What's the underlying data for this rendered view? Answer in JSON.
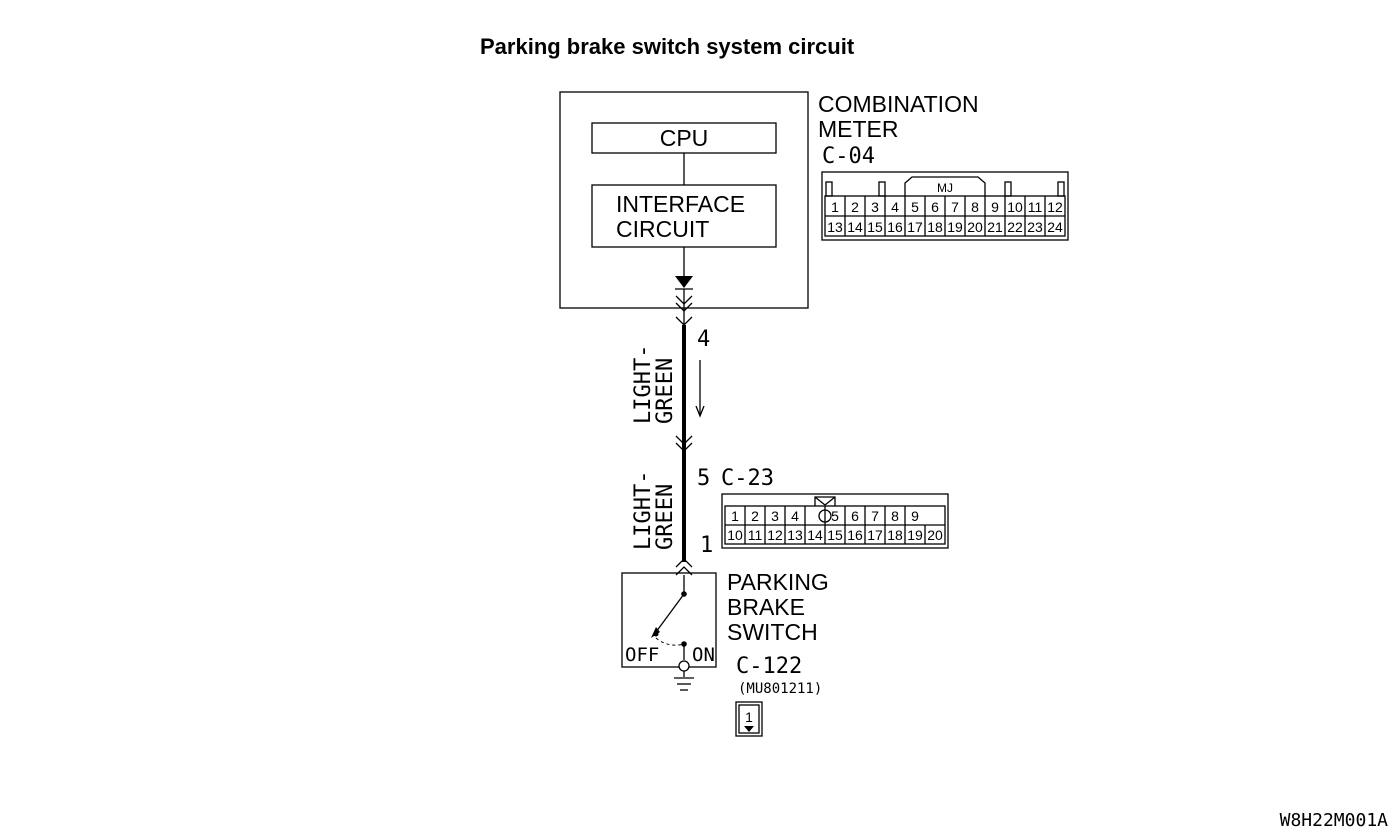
{
  "title": "Parking brake switch  system circuit",
  "combination_meter": {
    "name_line1": "COMBINATION",
    "name_line2": "METER",
    "connector": "C-04",
    "cpu_label": "CPU",
    "interface_line1": "INTERFACE",
    "interface_line2": "CIRCUIT",
    "connector_tag": "MJ",
    "pins_top": [
      "1",
      "2",
      "3",
      "4",
      "5",
      "6",
      "7",
      "8",
      "9",
      "10",
      "11",
      "12"
    ],
    "pins_bottom": [
      "13",
      "14",
      "15",
      "16",
      "17",
      "18",
      "19",
      "20",
      "21",
      "22",
      "23",
      "24"
    ]
  },
  "harness": {
    "wire1_pin": "4",
    "wire1_color_line1": "LIGHT-",
    "wire1_color_line2": "GREEN",
    "wire2_pin_top": "5",
    "wire2_connector": "C-23",
    "wire2_color_line1": "LIGHT-",
    "wire2_color_line2": "GREEN",
    "wire2_pin_bottom": "1",
    "c23_pins_top": [
      "1",
      "2",
      "3",
      "4",
      "",
      "5",
      "6",
      "7",
      "8",
      "9"
    ],
    "c23_pins_bottom": [
      "10",
      "11",
      "12",
      "13",
      "14",
      "15",
      "16",
      "17",
      "18",
      "19",
      "20"
    ]
  },
  "switch": {
    "name_line1": "PARKING",
    "name_line2": "BRAKE",
    "name_line3": "SWITCH",
    "off_label": "OFF",
    "on_label": "ON",
    "connector": "C-122",
    "part_number": "(MU801211)",
    "pin": "1"
  },
  "figure_code": "W8H22M001A"
}
